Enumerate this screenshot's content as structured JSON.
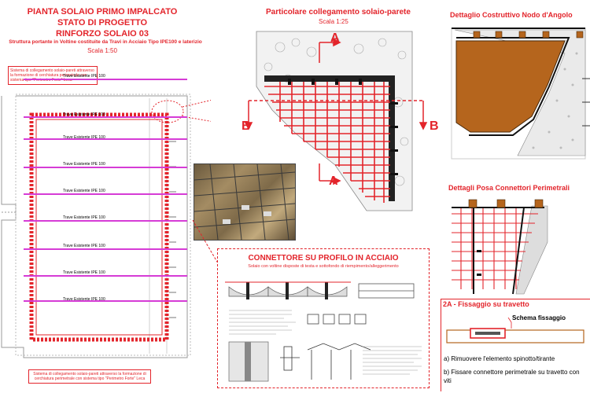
{
  "plan": {
    "title1": "PIANTA SOLAIO PRIMO IMPALCATO",
    "title2": "STATO DI PROGETTO",
    "title3": "RINFORZO SOLAIO 03",
    "subtitle": "Struttura portante in Voltine costituite da Travi in Acciaio Tipo IPE100  e laterizio",
    "scale": "Scala 1:50",
    "note_top": "Sistema di collegamento solaio-pareti attraverso la formazione di cerchiatura perimetrale con sistema tipo \"Perimetro Forte\" Leca",
    "note_bottom": "Sistema di collegamento solaio-pareti attraverso la formazione di cerchiatura perimetrale con sistema tipo \"Perimetro Forte\" Leca",
    "beam_label": "Trave Esistente IPE 100"
  },
  "detail_wall": {
    "title": "Particolare collegamento solaio-parete",
    "scale": "Scala 1:25",
    "section_a": "A",
    "section_b": "B"
  },
  "detail_corner": {
    "title": "Dettaglio Costruttivo Nodo d'Angolo"
  },
  "detail_connectors": {
    "title": "Dettagli Posa Connettori Perimetrali"
  },
  "connector": {
    "title": "CONNETTORE SU PROFILO IN ACCIAIO",
    "subtitle": "Solaio con voltine disposte di testa e sottofondo di riempimento/alleggerimento"
  },
  "fixing": {
    "title": "2A - Fissaggio su travetto",
    "schema": "Schema fissaggio",
    "step_a": "a) Rimuovere l'elemento spinotto/tirante",
    "step_b": "b) Fissare connettore perimetrale su travetto con viti"
  },
  "colors": {
    "accent": "#e3242b",
    "beam": "#d63cd6",
    "brick": "#b5651d"
  }
}
